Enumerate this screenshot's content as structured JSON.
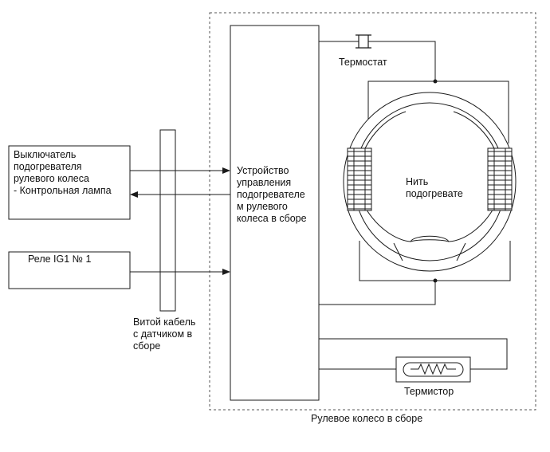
{
  "labels": {
    "switch_block": "Выключатель\nподогревателя\nрулевого колеса\n- Контрольная лампа",
    "relay_block": "Реле IG1 № 1",
    "spiral_cable": "Витой кабель\nс датчиком в\nсборе",
    "controller_block": "Устройство\nуправления\nподогревателе\nм рулевого\nколеса в сборе",
    "thermostat": "Термостат",
    "heater_wire": "Нить\nподогревате",
    "thermistor": "Термистор",
    "steering_assembly": "Рулевое колесо в сборе"
  },
  "colors": {
    "line": "#1a1a1a",
    "dashed": "#555555"
  }
}
